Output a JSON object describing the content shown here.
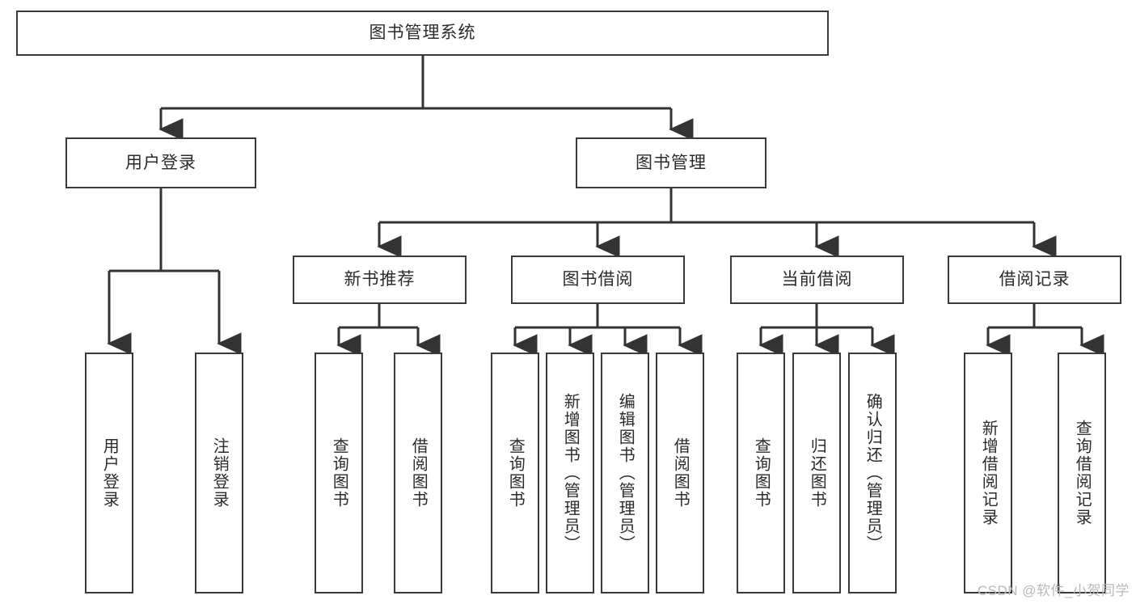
{
  "diagram": {
    "title": "图书管理系统",
    "type": "tree",
    "colors": {
      "box_border": "#3a3a3a",
      "box_fill": "#ffffff",
      "line": "#333333",
      "text": "#2b2b2b",
      "background": "#ffffff",
      "watermark": "#b9b9b9"
    },
    "root": {
      "label": "图书管理系统"
    },
    "level2": [
      {
        "label": "用户登录"
      },
      {
        "label": "图书管理"
      }
    ],
    "level3": [
      {
        "label": "新书推荐"
      },
      {
        "label": "图书借阅"
      },
      {
        "label": "当前借阅"
      },
      {
        "label": "借阅记录"
      }
    ],
    "leaves": {
      "user_login": [
        {
          "label": "用户登录"
        },
        {
          "label": "注销登录"
        }
      ],
      "new_book": [
        {
          "label": "查询图书"
        },
        {
          "label": "借阅图书"
        }
      ],
      "book_borrow": [
        {
          "label": "查询图书"
        },
        {
          "label": "新增图书（管理员）"
        },
        {
          "label": "编辑图书（管理员）"
        },
        {
          "label": "借阅图书"
        }
      ],
      "current_borrow": [
        {
          "label": "查询图书"
        },
        {
          "label": "归还图书"
        },
        {
          "label": "确认归还（管理员）"
        }
      ],
      "borrow_record": [
        {
          "label": "新增借阅记录"
        },
        {
          "label": "查询借阅记录"
        }
      ]
    }
  },
  "watermark": {
    "text": "CSDN @软件_小贺同学"
  }
}
